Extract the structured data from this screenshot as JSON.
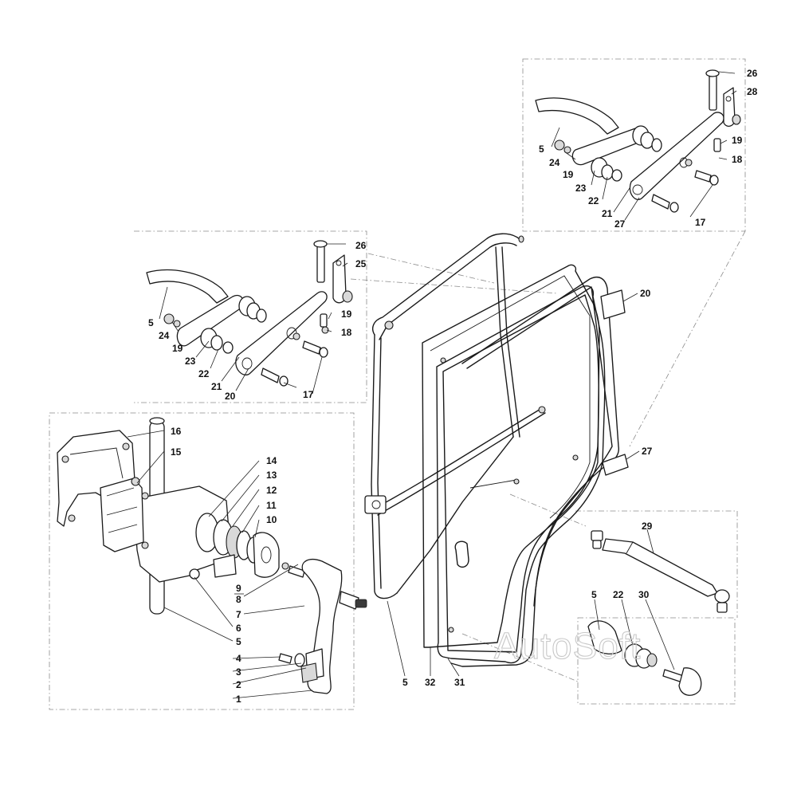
{
  "watermark": "AutoSoft",
  "callouts": {
    "upper_right": [
      "26",
      "28",
      "5",
      "24",
      "19",
      "23",
      "22",
      "21",
      "27",
      "19",
      "18",
      "17"
    ],
    "middle_left": [
      "26",
      "25",
      "5",
      "24",
      "19",
      "23",
      "22",
      "21",
      "20",
      "19",
      "18",
      "17"
    ],
    "latch": [
      "16",
      "15",
      "14",
      "13",
      "12",
      "11",
      "10",
      "9",
      "8",
      "7",
      "6",
      "5",
      "4",
      "3",
      "2",
      "1"
    ],
    "door": [
      "20",
      "27",
      "5",
      "32",
      "31"
    ],
    "strut": [
      "29",
      "5",
      "22",
      "30"
    ]
  }
}
